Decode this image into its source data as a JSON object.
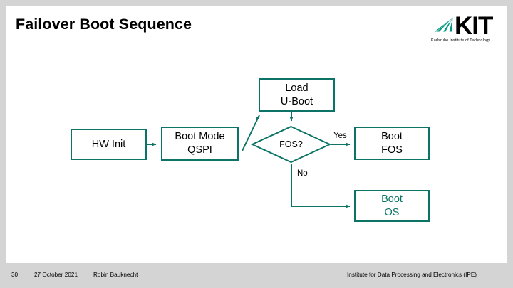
{
  "slide": {
    "title": "Failover Boot Sequence",
    "background_color": "#d4d4d4",
    "canvas_color": "#ffffff",
    "accent_color": "#0c7466"
  },
  "logo": {
    "wordmark": "KIT",
    "tagline": "Karlsruhe Institute of Technology",
    "fan_color": "#009682",
    "wordmark_color": "#000000"
  },
  "flowchart": {
    "type": "flowchart",
    "nodes": [
      {
        "id": "hw-init",
        "shape": "box",
        "lines": [
          "HW Init"
        ],
        "text_color": "#000000"
      },
      {
        "id": "boot-mode",
        "shape": "box",
        "lines": [
          "Boot Mode",
          "QSPI"
        ],
        "text_color": "#000000"
      },
      {
        "id": "load-uboot",
        "shape": "box",
        "lines": [
          "Load",
          "U-Boot"
        ],
        "text_color": "#000000"
      },
      {
        "id": "fos-decision",
        "shape": "diamond",
        "lines": [
          "FOS?"
        ],
        "text_color": "#000000"
      },
      {
        "id": "boot-fos",
        "shape": "box",
        "lines": [
          "Boot",
          "FOS"
        ],
        "text_color": "#000000"
      },
      {
        "id": "boot-os",
        "shape": "box",
        "lines": [
          "Boot",
          "OS"
        ],
        "text_color": "#0c7466"
      }
    ],
    "edges": [
      {
        "from": "hw-init",
        "to": "boot-mode",
        "label": ""
      },
      {
        "from": "boot-mode",
        "to": "load-uboot",
        "label": ""
      },
      {
        "from": "load-uboot",
        "to": "fos-decision",
        "label": ""
      },
      {
        "from": "fos-decision",
        "to": "boot-fos",
        "label": "Yes"
      },
      {
        "from": "fos-decision",
        "to": "boot-os",
        "label": "No"
      }
    ],
    "labels": {
      "yes": "Yes",
      "no": "No"
    }
  },
  "footer": {
    "page_number": "30",
    "date": "27 October 2021",
    "author": "Robin Bauknecht",
    "institute": "Institute for Data Processing and Electronics (IPE)"
  }
}
